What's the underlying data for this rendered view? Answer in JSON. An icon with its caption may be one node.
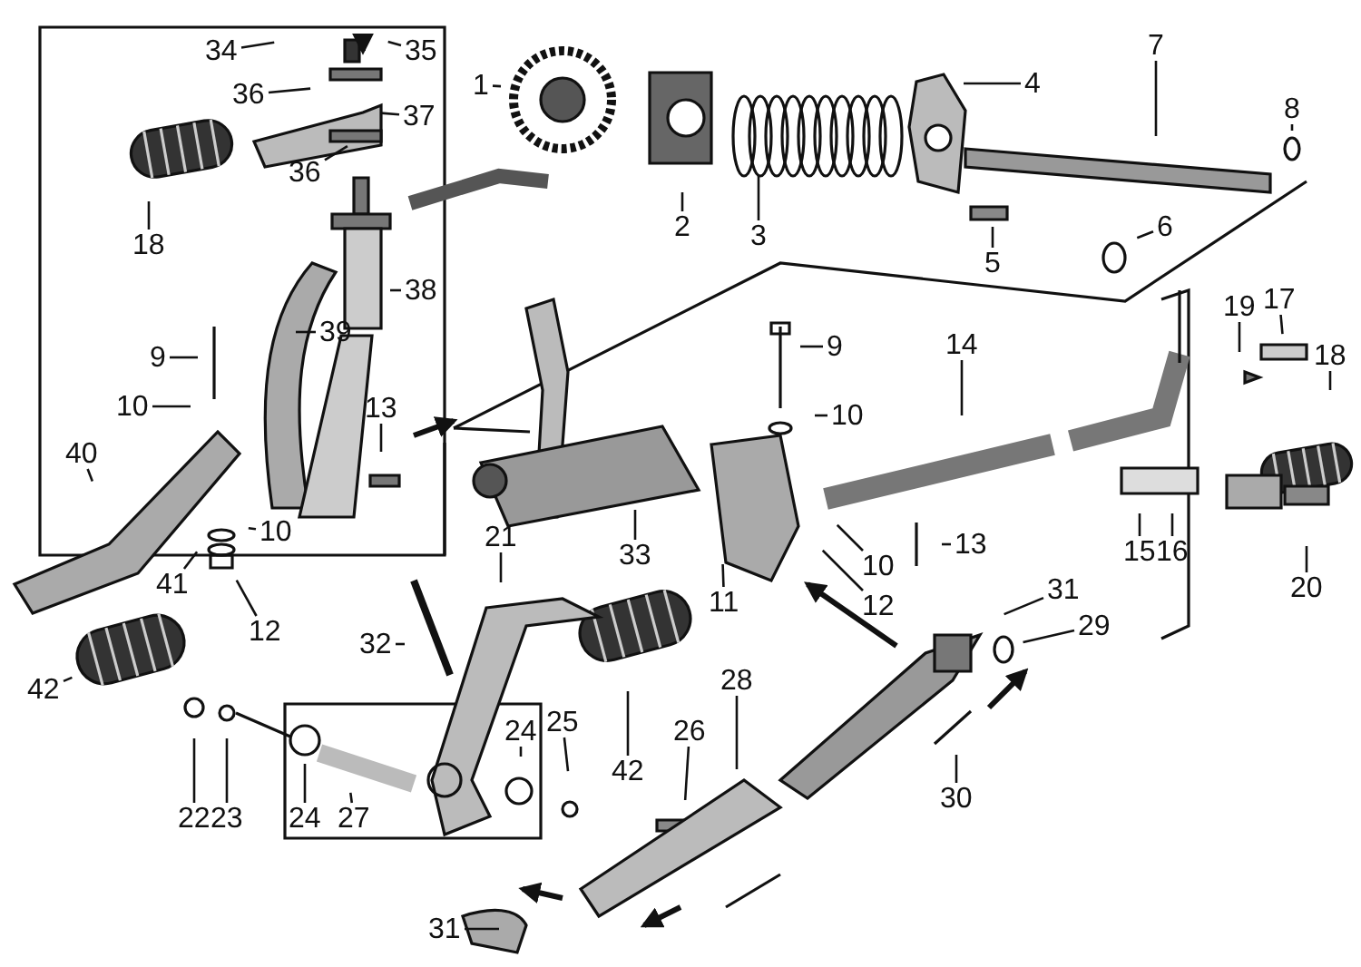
{
  "diagram": {
    "nodes": [
      {
        "text": [
          "34"
        ]
      },
      {
        "text": [
          "35"
        ]
      },
      {
        "text": [
          "36"
        ]
      },
      {
        "text": [
          "37"
        ]
      },
      {
        "text": [
          "36"
        ]
      },
      {
        "text": [
          "1"
        ]
      },
      {
        "text": [
          "7"
        ]
      },
      {
        "text": [
          "4"
        ]
      },
      {
        "text": [
          "8"
        ]
      },
      {
        "text": [
          "18"
        ]
      },
      {
        "text": [
          "2"
        ]
      },
      {
        "text": [
          "3"
        ]
      },
      {
        "text": [
          "5"
        ]
      },
      {
        "text": [
          "6"
        ]
      },
      {
        "text": [
          "38"
        ]
      },
      {
        "text": [
          "39"
        ]
      },
      {
        "text": [
          "17"
        ]
      },
      {
        "text": [
          "19"
        ]
      },
      {
        "text": [
          "9"
        ]
      },
      {
        "text": [
          "14"
        ]
      },
      {
        "text": [
          "18"
        ]
      },
      {
        "text": [
          "9"
        ]
      },
      {
        "text": [
          "10"
        ]
      },
      {
        "text": [
          "13"
        ]
      },
      {
        "text": [
          "10"
        ]
      },
      {
        "text": [
          "40"
        ]
      },
      {
        "text": [
          "10"
        ]
      },
      {
        "text": [
          "21"
        ]
      },
      {
        "text": [
          "13"
        ]
      },
      {
        "text": [
          "15"
        ]
      },
      {
        "text": [
          "16"
        ]
      },
      {
        "text": [
          "33"
        ]
      },
      {
        "text": [
          "10"
        ]
      },
      {
        "text": [
          "41"
        ]
      },
      {
        "text": [
          "20"
        ]
      },
      {
        "text": [
          "11"
        ]
      },
      {
        "text": [
          "12"
        ]
      },
      {
        "text": [
          "31"
        ]
      },
      {
        "text": [
          "12"
        ]
      },
      {
        "text": [
          "29"
        ]
      },
      {
        "text": [
          "32"
        ]
      },
      {
        "text": [
          "28"
        ]
      },
      {
        "text": [
          "42"
        ]
      },
      {
        "text": [
          "25"
        ]
      },
      {
        "text": [
          "24"
        ]
      },
      {
        "text": [
          "26"
        ]
      },
      {
        "text": [
          "42"
        ]
      },
      {
        "text": [
          "30"
        ]
      },
      {
        "text": [
          "22"
        ]
      },
      {
        "text": [
          "23"
        ]
      },
      {
        "text": [
          "24"
        ]
      },
      {
        "text": [
          "27"
        ]
      },
      {
        "text": [
          "31"
        ]
      }
    ],
    "edges": [
      {
        "from": 0,
        "to": null,
        "arrow": "none"
      },
      {
        "from": 1,
        "to": null,
        "arrow": "none"
      },
      {
        "from": 2,
        "to": null,
        "arrow": "none"
      },
      {
        "from": 3,
        "to": null,
        "arrow": "none"
      },
      {
        "from": 4,
        "to": null,
        "arrow": "none"
      },
      {
        "from": 5,
        "to": null,
        "arrow": "none"
      },
      {
        "from": 6,
        "to": null,
        "arrow": "none"
      },
      {
        "from": 7,
        "to": null,
        "arrow": "none"
      },
      {
        "from": 8,
        "to": null,
        "arrow": "none"
      },
      {
        "from": 9,
        "to": null,
        "arrow": "none"
      },
      {
        "from": 10,
        "to": null,
        "arrow": "none"
      },
      {
        "from": 11,
        "to": null,
        "arrow": "none"
      },
      {
        "from": 12,
        "to": null,
        "arrow": "none"
      },
      {
        "from": 13,
        "to": null,
        "arrow": "none"
      },
      {
        "from": 14,
        "to": null,
        "arrow": "none"
      },
      {
        "from": 15,
        "to": null,
        "arrow": "none"
      },
      {
        "from": 16,
        "to": null,
        "arrow": "none"
      },
      {
        "from": 17,
        "to": null,
        "arrow": "none"
      },
      {
        "from": 18,
        "to": null,
        "arrow": "none"
      },
      {
        "from": 19,
        "to": null,
        "arrow": "none"
      },
      {
        "from": 20,
        "to": null,
        "arrow": "none"
      },
      {
        "from": 21,
        "to": null,
        "arrow": "none"
      },
      {
        "from": 22,
        "to": null,
        "arrow": "none"
      },
      {
        "from": 23,
        "to": null,
        "arrow": "none"
      },
      {
        "from": 24,
        "to": null,
        "arrow": "none"
      },
      {
        "from": 25,
        "to": null,
        "arrow": "none"
      },
      {
        "from": 26,
        "to": null,
        "arrow": "none"
      },
      {
        "from": 27,
        "to": null,
        "arrow": "none"
      },
      {
        "from": 28,
        "to": null,
        "arrow": "none"
      },
      {
        "from": 29,
        "to": null,
        "arrow": "none"
      },
      {
        "from": 30,
        "to": null,
        "arrow": "none"
      },
      {
        "from": 31,
        "to": null,
        "arrow": "none"
      },
      {
        "from": 32,
        "to": null,
        "arrow": "none"
      },
      {
        "from": 33,
        "to": null,
        "arrow": "none"
      },
      {
        "from": 34,
        "to": null,
        "arrow": "none"
      },
      {
        "from": 35,
        "to": null,
        "arrow": "none"
      },
      {
        "from": 36,
        "to": null,
        "arrow": "none"
      },
      {
        "from": 37,
        "to": null,
        "arrow": "none"
      },
      {
        "from": 38,
        "to": null,
        "arrow": "none"
      },
      {
        "from": 39,
        "to": null,
        "arrow": "none"
      },
      {
        "from": 40,
        "to": null,
        "arrow": "none"
      },
      {
        "from": 41,
        "to": null,
        "arrow": "none"
      },
      {
        "from": 42,
        "to": null,
        "arrow": "none"
      },
      {
        "from": 43,
        "to": null,
        "arrow": "none"
      },
      {
        "from": 44,
        "to": null,
        "arrow": "none"
      },
      {
        "from": 45,
        "to": null,
        "arrow": "none"
      },
      {
        "from": 46,
        "to": null,
        "arrow": "none"
      },
      {
        "from": 47,
        "to": null,
        "arrow": "none"
      },
      {
        "from": 48,
        "to": null,
        "arrow": "none"
      },
      {
        "from": 49,
        "to": null,
        "arrow": "none"
      },
      {
        "from": 50,
        "to": null,
        "arrow": "none"
      },
      {
        "from": 51,
        "to": null,
        "arrow": "none"
      },
      {
        "from": 52,
        "to": null,
        "arrow": "none"
      }
    ]
  }
}
